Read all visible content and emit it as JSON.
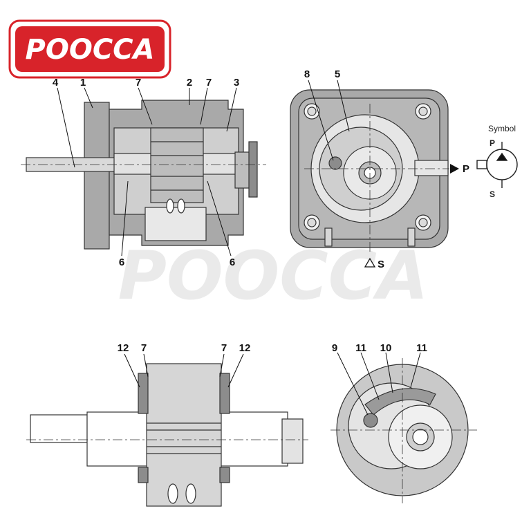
{
  "brand": {
    "logo_text": "POOCCA",
    "logo_color": "#d8232a",
    "watermark_text": "POOCCA"
  },
  "callouts": {
    "side_view": [
      "4",
      "1",
      "7",
      "2",
      "7",
      "3",
      "6",
      "6"
    ],
    "front_view": [
      "8",
      "5"
    ],
    "shaft_view": [
      "12",
      "7",
      "7",
      "12"
    ],
    "gear_detail": [
      "9",
      "11",
      "10",
      "11"
    ]
  },
  "ports": {
    "pressure": "P",
    "suction": "S"
  },
  "symbol": {
    "title": "Symbol",
    "p": "P",
    "s": "S"
  },
  "colors": {
    "housing": "#a9a9a9",
    "housing_dark": "#8c8c8c",
    "part": "#d6d6d6",
    "line": "#333333"
  }
}
